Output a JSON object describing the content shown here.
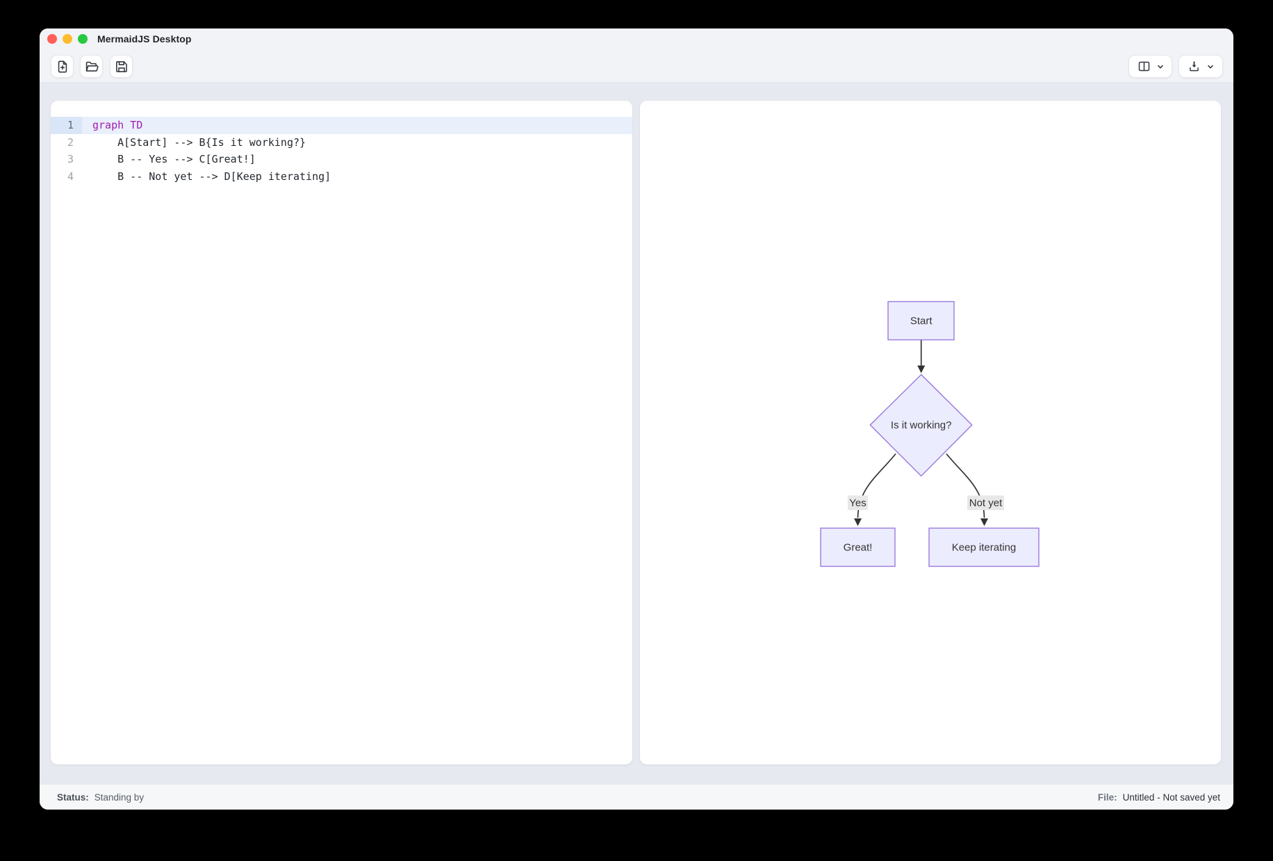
{
  "titlebar": {
    "title": "MermaidJS Desktop"
  },
  "toolbar": {
    "left_buttons": [
      "new-file",
      "open-file",
      "save-file"
    ],
    "right_buttons": [
      "view-mode",
      "export"
    ]
  },
  "editor": {
    "lines": [
      {
        "num": "1",
        "text": "graph TD"
      },
      {
        "num": "2",
        "text": "    A[Start] --> B{Is it working?}"
      },
      {
        "num": "3",
        "text": "    B -- Yes --> C[Great!]"
      },
      {
        "num": "4",
        "text": "    B -- Not yet --> D[Keep iterating]"
      }
    ]
  },
  "diagram": {
    "type": "mermaid-flowchart",
    "direction": "TD",
    "nodes": {
      "start": "Start",
      "decision": "Is it working?",
      "yes_result": "Great!",
      "no_result": "Keep iterating"
    },
    "edge_labels": {
      "yes": "Yes",
      "no": "Not yet"
    },
    "colors": {
      "node_fill": "#ECECFF",
      "node_stroke": "#9370DB",
      "edge_stroke": "#333333",
      "edge_label_bg": "#e8e8e8"
    }
  },
  "statusbar": {
    "status_label": "Status:",
    "status_value": "Standing by",
    "file_label": "File:",
    "file_value": "Untitled - Not saved yet"
  },
  "colors": {
    "keyword": "#a21caf",
    "active_line_bg": "#e9effb",
    "traffic_red": "#ff5f57",
    "traffic_yellow": "#febc2e",
    "traffic_green": "#28c840"
  }
}
